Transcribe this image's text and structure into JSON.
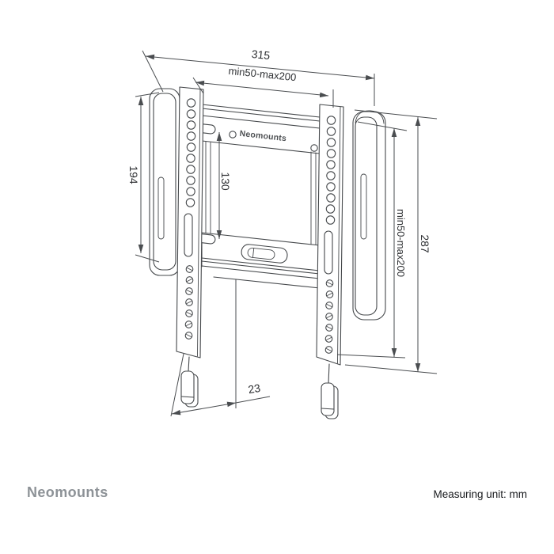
{
  "diagram": {
    "product_label": "Neomounts",
    "dimensions": {
      "overall_width": "315",
      "vesa_width": "min50-max200",
      "pad_height": "194",
      "inner_height": "130",
      "vesa_height": "min50-max200",
      "overall_height": "287",
      "depth": "23"
    }
  },
  "footer": {
    "brand": "Neomounts",
    "unit_note": "Measuring unit: mm"
  },
  "colors": {
    "line": "#45484b",
    "dimension_line": "#4a4d50",
    "dimension_text": "#2e3033",
    "brand_text": "#8d9297",
    "footer_text": "#17191c",
    "hatch_fill": "#d0d0d0",
    "background": "#ffffff"
  }
}
